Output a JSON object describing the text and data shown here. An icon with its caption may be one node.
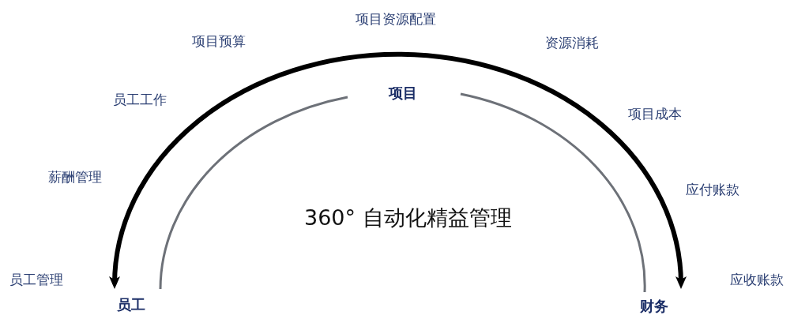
{
  "diagram": {
    "nodes": [
      {
        "text": [
          "项目"
        ]
      },
      {
        "text": [
          "员工"
        ]
      },
      {
        "text": [
          "财务"
        ]
      }
    ],
    "edges": [
      {
        "from": 1,
        "to": 2,
        "arrow": "both",
        "style": "thick",
        "color": "#000000"
      },
      {
        "from": 1,
        "to": 0,
        "arrow": "none"
      },
      {
        "from": 0,
        "to": 2,
        "arrow": "none"
      }
    ],
    "labels": [
      "项目资源配置",
      "项目预算",
      "资源消耗",
      "员工工作",
      "项目成本",
      "薪酬管理",
      "360° 自动化精益管理",
      "应付账款",
      "员工管理",
      "应收账款"
    ]
  }
}
